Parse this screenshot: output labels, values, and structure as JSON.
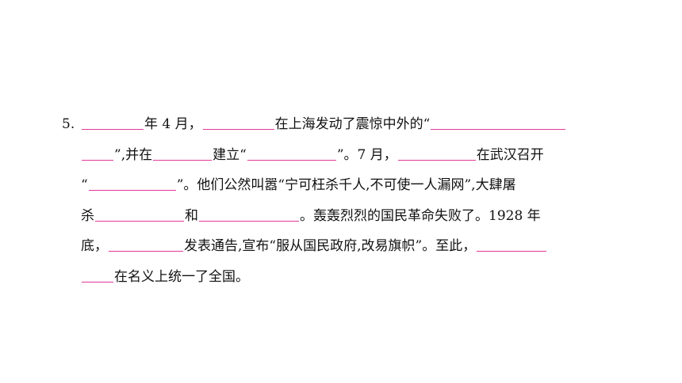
{
  "question": {
    "number": "5.",
    "line1": {
      "t1": "年 4 月，",
      "t2": "在上海发动了震惊中外的“"
    },
    "line2": {
      "t1": "”,并在",
      "t2": "建立“",
      "t3": "”。7 月，",
      "t4": "在武汉召开"
    },
    "line3": {
      "t1": "“",
      "t2": "”。他们公然叫嚣“宁可枉杀千人,不可使一人漏网”,大肆屠"
    },
    "line4": {
      "t1": "杀",
      "t2": "和",
      "t3": "。轰轰烈烈的国民革命失败了。1928 年"
    },
    "line5": {
      "t1": "底，",
      "t2": "发表通告,宣布“服从国民政府,改易旗帜”。至此，"
    },
    "line6": {
      "t1": "在名义上统一了全国。"
    }
  },
  "colors": {
    "blank_underline": "#e0389a"
  }
}
